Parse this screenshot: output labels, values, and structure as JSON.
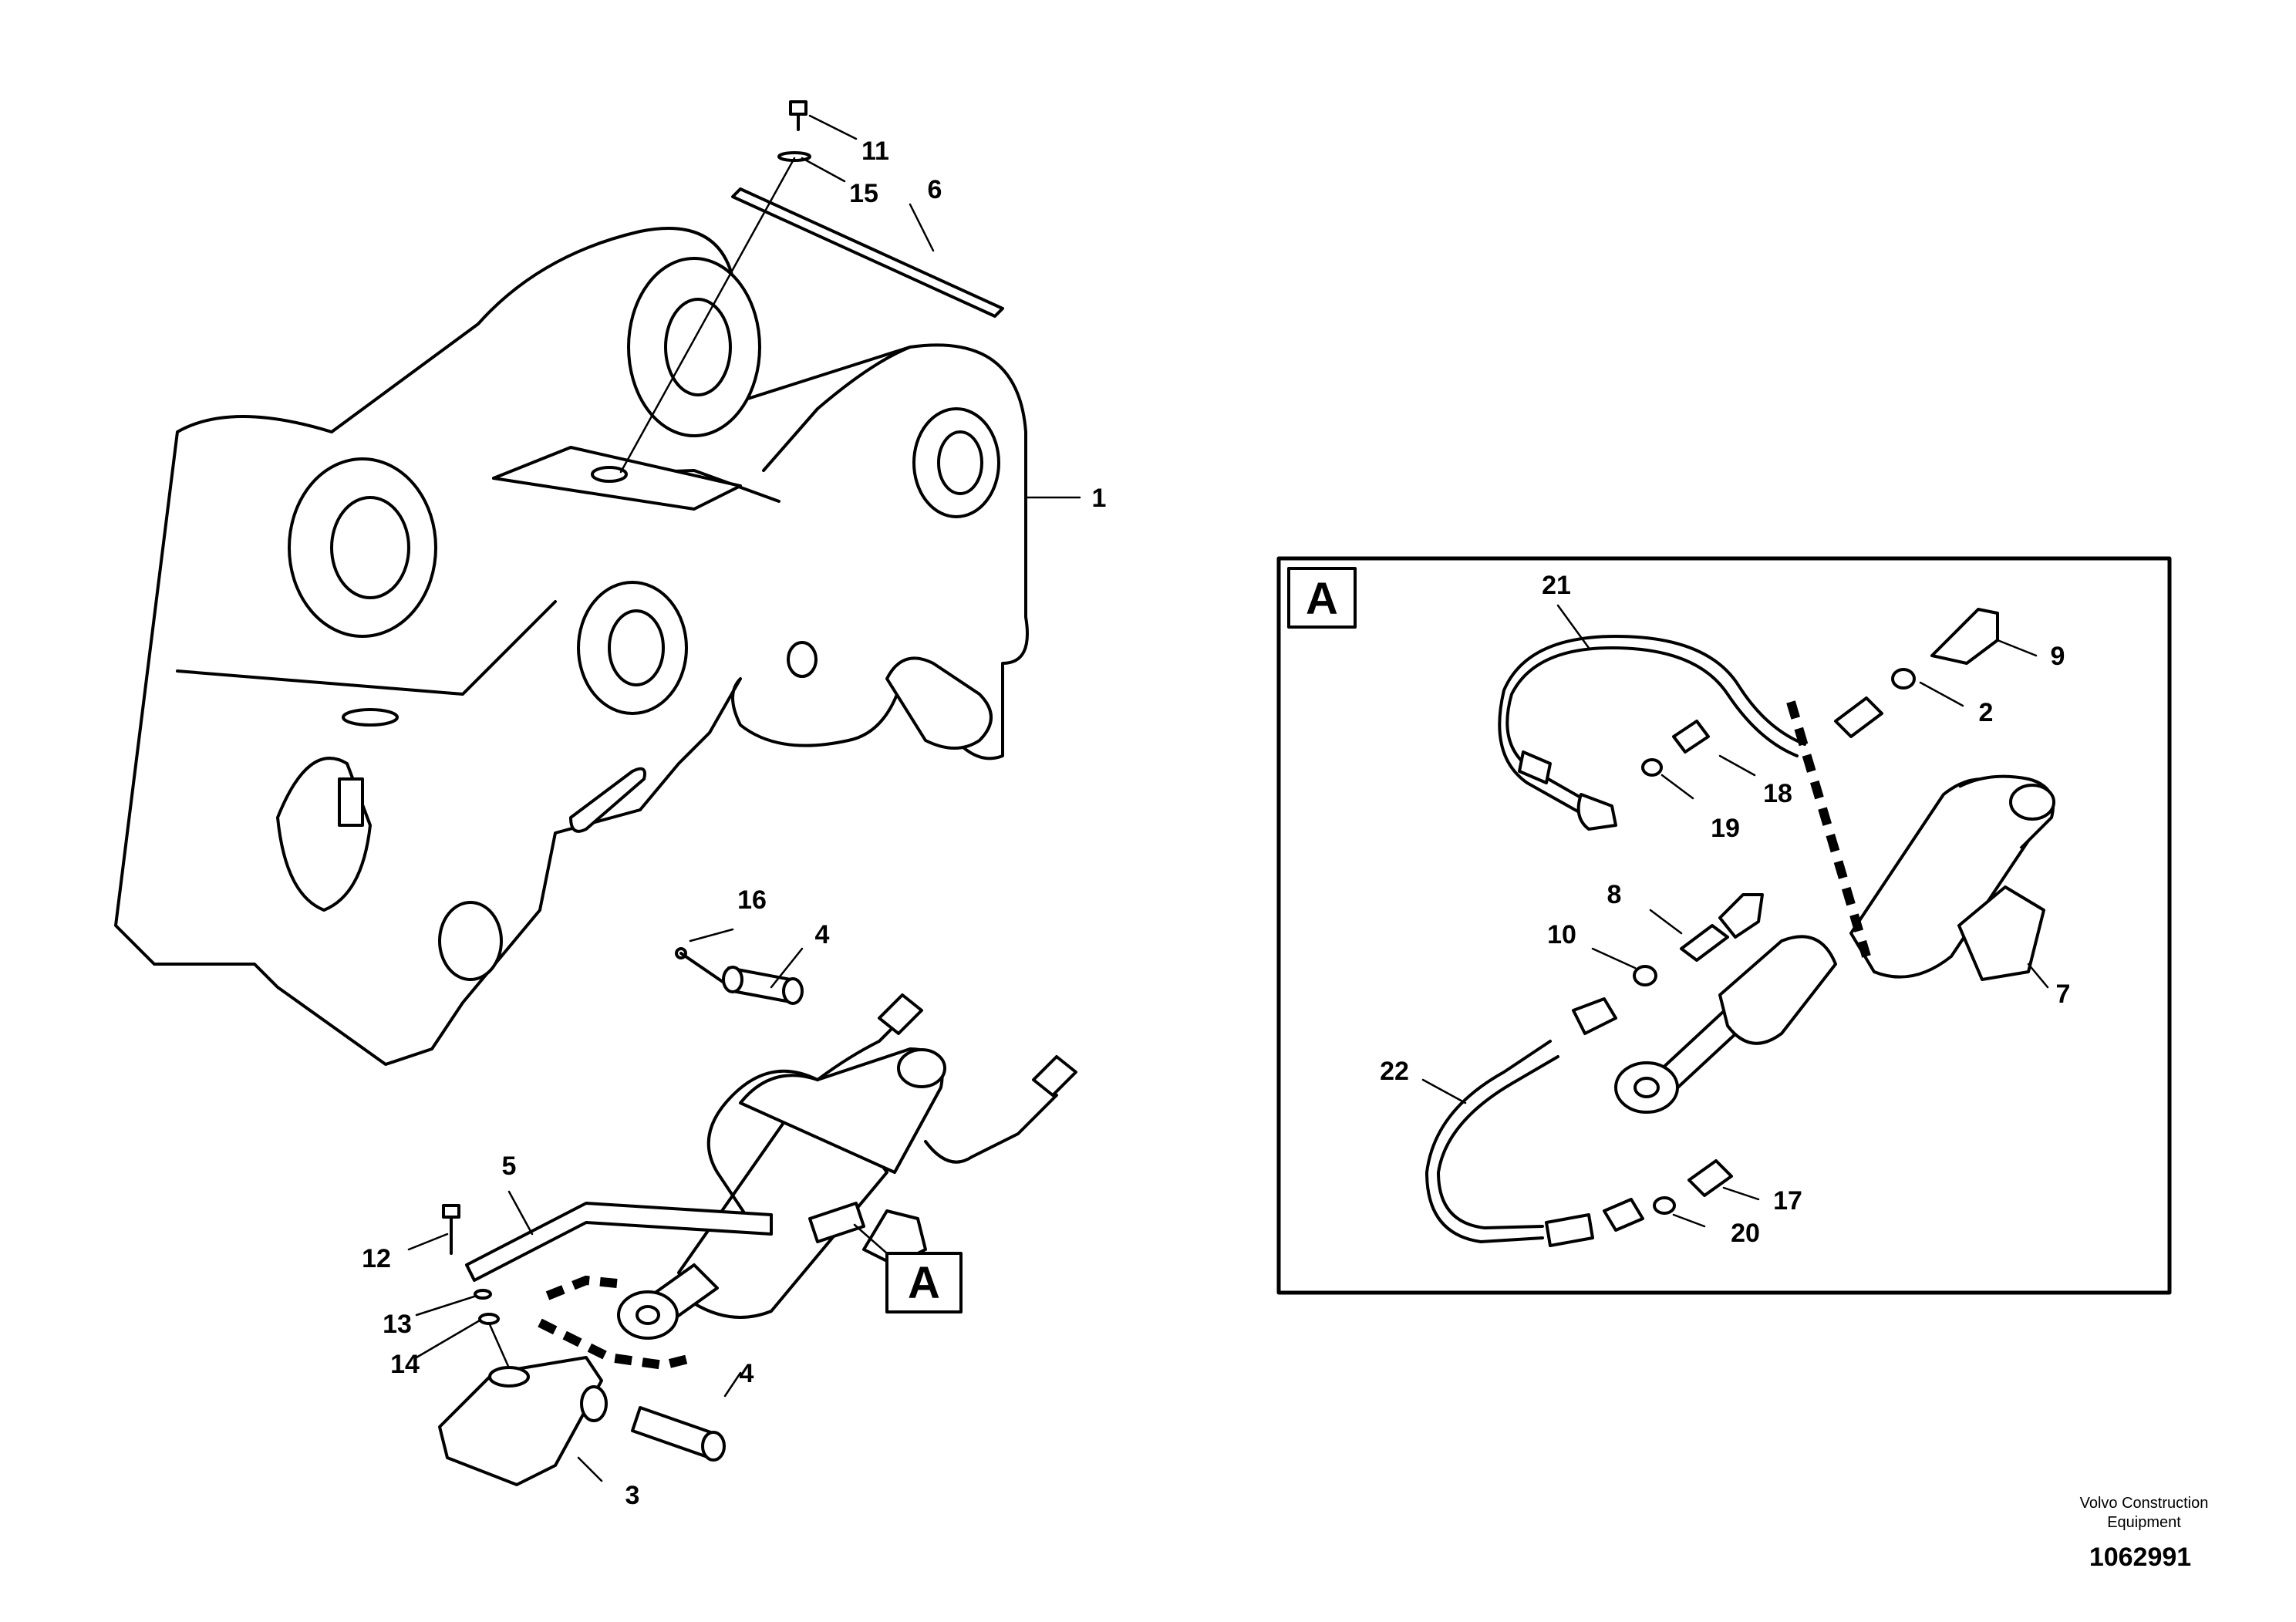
{
  "detail_label": "A",
  "callouts": {
    "c1": "1",
    "c2": "2",
    "c3": "3",
    "c4a": "4",
    "c4b": "4",
    "c5": "5",
    "c6": "6",
    "c7": "7",
    "c8": "8",
    "c9": "9",
    "c10": "10",
    "c11": "11",
    "c12": "12",
    "c13": "13",
    "c14": "14",
    "c15": "15",
    "c16": "16",
    "c17": "17",
    "c18": "18",
    "c19": "19",
    "c20": "20",
    "c21": "21",
    "c22": "22"
  },
  "footer": {
    "company_line1": "Volvo Construction",
    "company_line2": "Equipment",
    "drawing_number": "1062991"
  }
}
